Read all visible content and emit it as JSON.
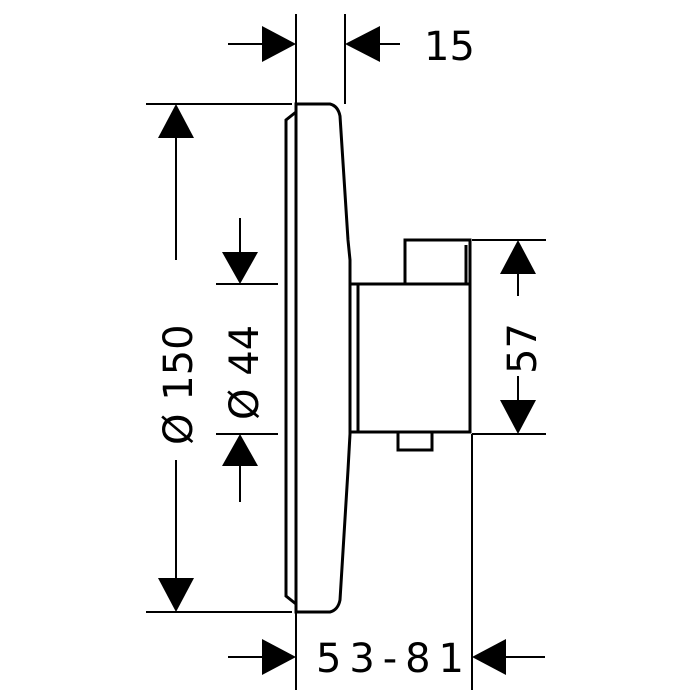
{
  "dimensions": {
    "plate_depth": "15",
    "plate_diameter": "Ø 150",
    "boss_diameter": "Ø 44",
    "body_height": "57",
    "install_depth": "53-81"
  }
}
